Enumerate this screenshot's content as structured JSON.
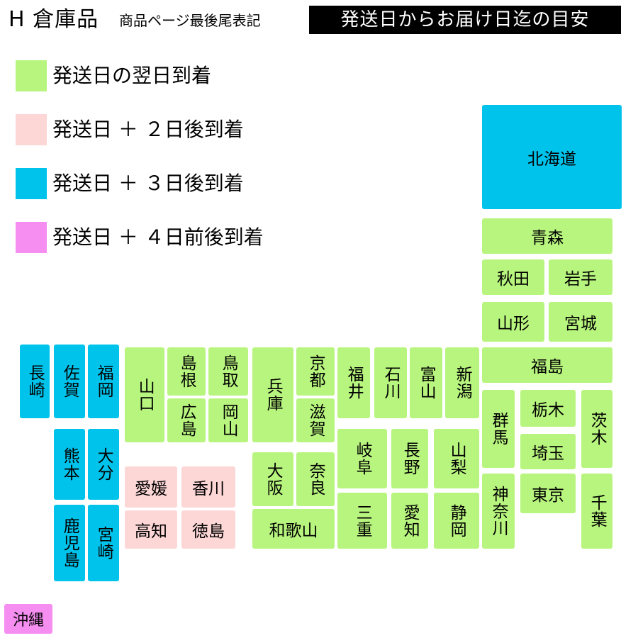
{
  "header": {
    "store": "H 倉庫品",
    "subtitle": "商品ページ最後尾表記",
    "banner": "発送日からお届け日迄の目安"
  },
  "colors": {
    "next_day": "#b8f57e",
    "plus2": "#fdd6d6",
    "plus3": "#00c3eb",
    "plus4": "#f58ef0"
  },
  "legend": [
    {
      "label": "発送日の翌日到着",
      "color": "#b8f57e"
    },
    {
      "label": "発送日 ＋ ２日後到着",
      "color": "#fdd6d6"
    },
    {
      "label": "発送日 ＋ ３日後到着",
      "color": "#00c3eb"
    },
    {
      "label": "発送日 ＋ ４日前後到着",
      "color": "#f58ef0"
    }
  ],
  "prefectures": {
    "hokkaido": "北海道",
    "aomori": "青森",
    "akita": "秋田",
    "iwate": "岩手",
    "yamagata": "山形",
    "miyagi": "宮城",
    "fukushima": "福島",
    "niigata": "新潟",
    "toyama": "富山",
    "ishikawa": "石川",
    "fukui": "福井",
    "gunma": "群馬",
    "tochigi": "栃木",
    "ibaraki": "茨木",
    "saitama": "埼玉",
    "kanagawa": "神奈川",
    "tokyo": "東京",
    "chiba": "千葉",
    "gifu": "岐阜",
    "nagano": "長野",
    "yamanashi": "山梨",
    "mie": "三重",
    "aichi": "愛知",
    "shizuoka": "静岡",
    "kyoto": "京都",
    "shiga": "滋賀",
    "hyogo": "兵庫",
    "osaka": "大阪",
    "nara": "奈良",
    "wakayama": "和歌山",
    "tottori": "鳥取",
    "shimane": "島根",
    "okayama": "岡山",
    "hiroshima": "広島",
    "yamaguchi": "山口",
    "ehime": "愛媛",
    "kagawa": "香川",
    "kochi": "高知",
    "tokushima": "徳島",
    "fukuoka": "福岡",
    "saga": "佐賀",
    "nagasaki": "長崎",
    "oita": "大分",
    "kumamoto": "熊本",
    "miyazaki": "宮崎",
    "kagoshima": "鹿児島",
    "okinawa": "沖縄"
  }
}
